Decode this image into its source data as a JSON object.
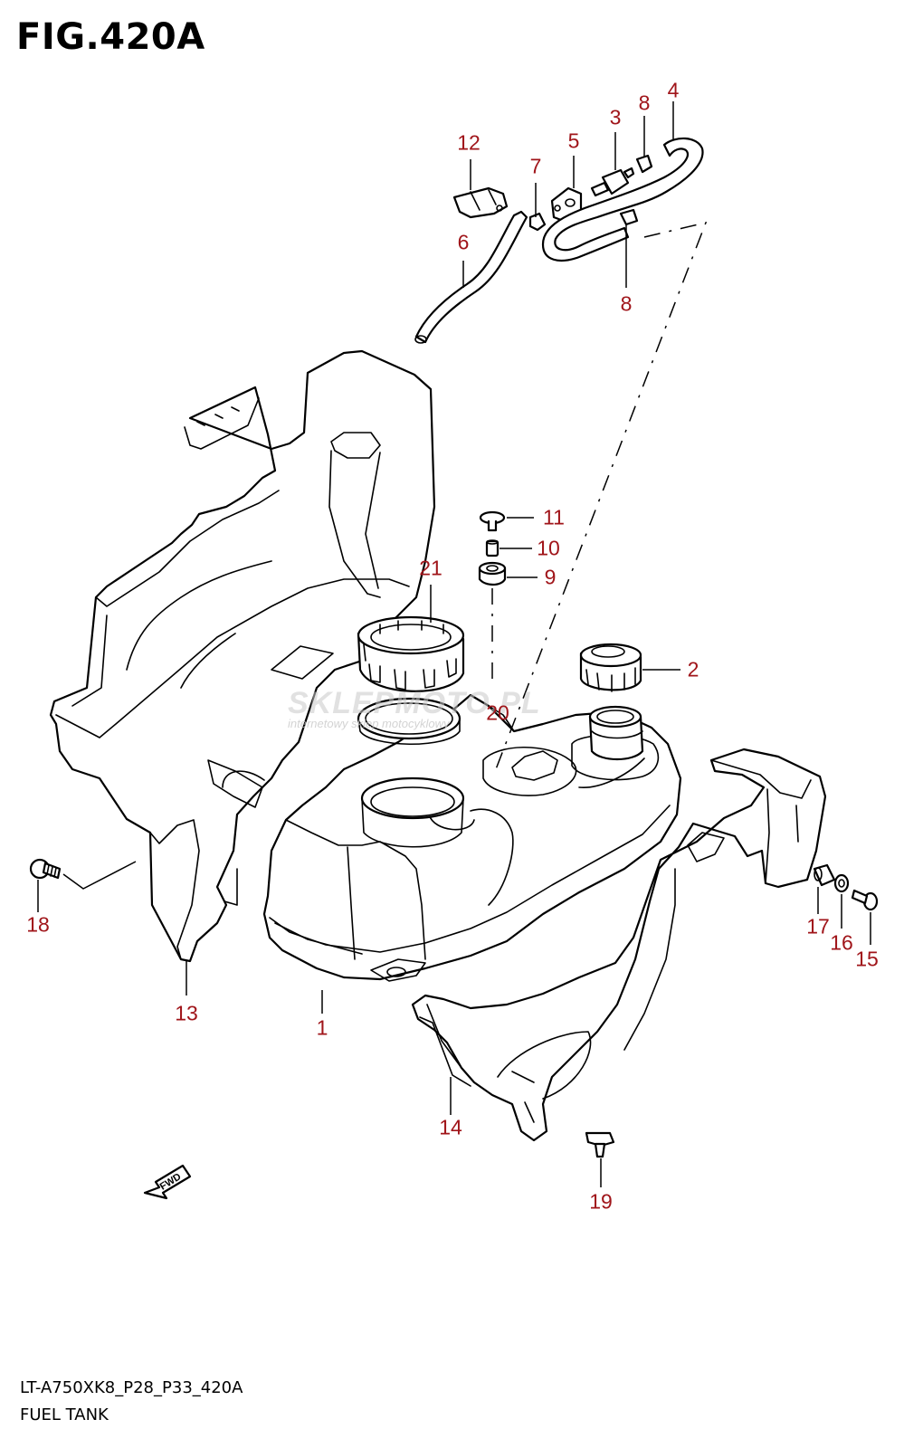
{
  "figure_title": "FIG.420A",
  "callouts": [
    {
      "id": "c1",
      "label": "1"
    },
    {
      "id": "c2",
      "label": "2"
    },
    {
      "id": "c3",
      "label": "3"
    },
    {
      "id": "c4",
      "label": "4"
    },
    {
      "id": "c5",
      "label": "5"
    },
    {
      "id": "c6",
      "label": "6"
    },
    {
      "id": "c7",
      "label": "7"
    },
    {
      "id": "c8a",
      "label": "8"
    },
    {
      "id": "c8b",
      "label": "8"
    },
    {
      "id": "c9",
      "label": "9"
    },
    {
      "id": "c10",
      "label": "10"
    },
    {
      "id": "c11",
      "label": "11"
    },
    {
      "id": "c12",
      "label": "12"
    },
    {
      "id": "c13",
      "label": "13"
    },
    {
      "id": "c14",
      "label": "14"
    },
    {
      "id": "c15",
      "label": "15"
    },
    {
      "id": "c16",
      "label": "16"
    },
    {
      "id": "c17",
      "label": "17"
    },
    {
      "id": "c18",
      "label": "18"
    },
    {
      "id": "c19",
      "label": "19"
    },
    {
      "id": "c20",
      "label": "20"
    },
    {
      "id": "c21",
      "label": "21"
    }
  ],
  "watermark": {
    "main": "SKLEPMOTO.PL",
    "sub": "internetowy sklep motocyklowy"
  },
  "fwd_label": "FWD",
  "footer": {
    "model_code": "LT-A750XK8_P28_P33_420A",
    "part_name": "FUEL TANK"
  },
  "colors": {
    "callout": "#a0151a",
    "line": "#000000",
    "watermark": "#c9c9c9"
  }
}
